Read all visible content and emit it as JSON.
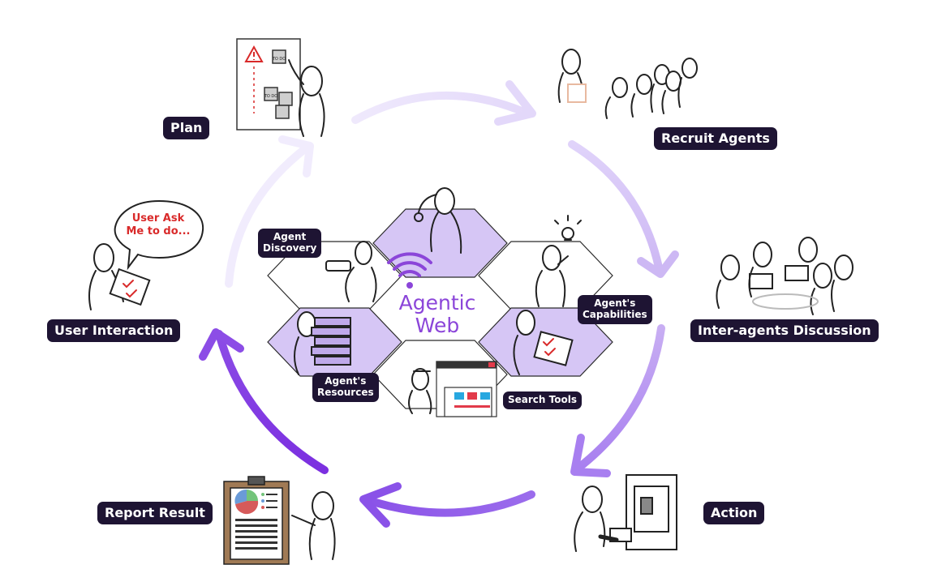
{
  "center": {
    "line1": "Agentic",
    "line2": "Web"
  },
  "cycle_steps": [
    {
      "id": "plan",
      "label": "Plan"
    },
    {
      "id": "recruit",
      "label": "Recruit Agents"
    },
    {
      "id": "discussion",
      "label": "Inter-agents Discussion"
    },
    {
      "id": "action",
      "label": "Action"
    },
    {
      "id": "report",
      "label": "Report Result"
    },
    {
      "id": "user",
      "label": "User Interaction"
    }
  ],
  "hex_labels": {
    "discovery": [
      "Agent",
      "Discovery"
    ],
    "capabilities": [
      "Agent's",
      "Capabilities"
    ],
    "resources": [
      "Agent's",
      "Resources"
    ],
    "search": "Search Tools"
  },
  "speech_bubble": {
    "line1": "User Ask",
    "line2": "Me to do..."
  },
  "plan_board": {
    "todo": "TO DO"
  },
  "colors": {
    "label_bg": "#1e1433",
    "accent": "#8b45d9",
    "hex_fill": "#d6c6f5",
    "arrow_light": "#e9e2fb",
    "arrow_dark": "#7b2fe0",
    "bubble_text": "#d92a2a"
  }
}
